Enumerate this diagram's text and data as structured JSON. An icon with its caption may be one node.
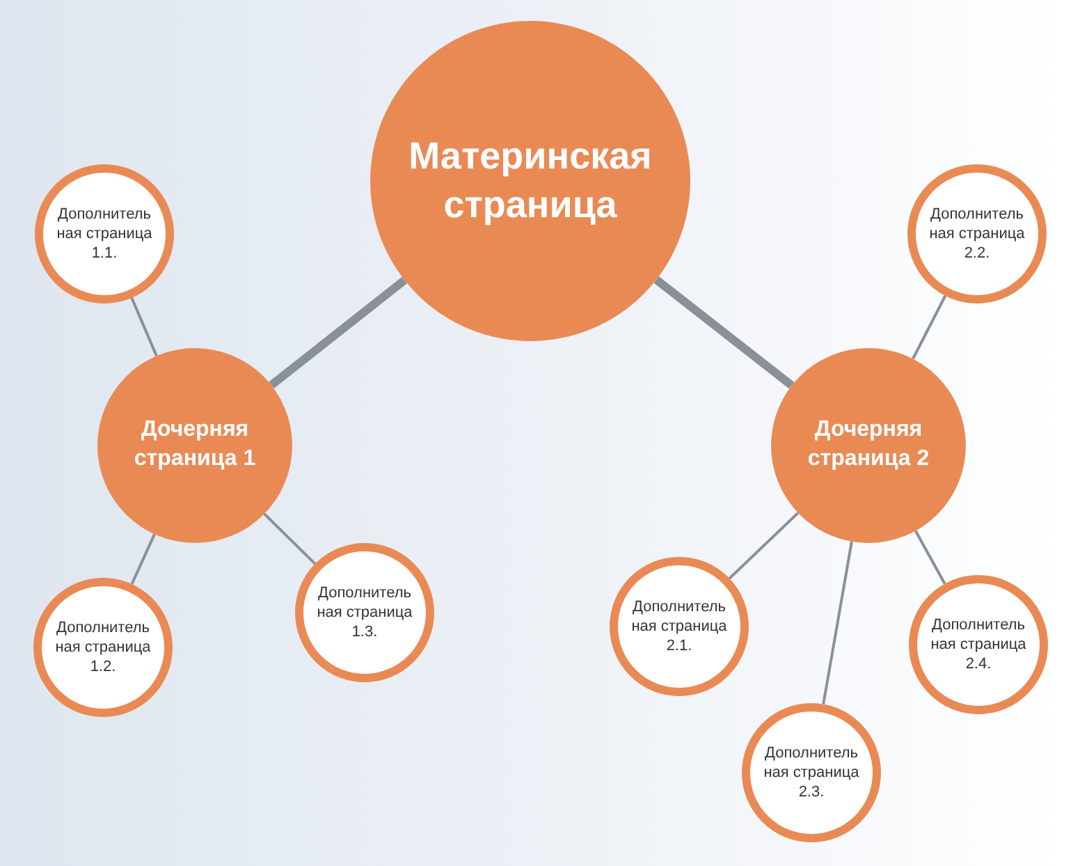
{
  "diagram": {
    "nodes": [
      {
        "text": [
          "Материнская страница"
        ]
      },
      {
        "text": [
          "Дочерняя страница 1"
        ]
      },
      {
        "text": [
          "Дочерняя страница 2"
        ]
      },
      {
        "text": [
          "Дополнительная страница 1.1."
        ]
      },
      {
        "text": [
          "Дополнительная страница 1.2."
        ]
      },
      {
        "text": [
          "Дополнительная страница 1.3."
        ]
      },
      {
        "text": [
          "Дополнительная страница 2.1."
        ]
      },
      {
        "text": [
          "Дополнительная страница 2.2."
        ]
      },
      {
        "text": [
          "Дополнительная страница 2.3."
        ]
      },
      {
        "text": [
          "Дополнительная страница 2.4."
        ]
      }
    ],
    "edges": [
      {
        "from": 0,
        "to": 1,
        "arrow": "none",
        "style": "thick"
      },
      {
        "from": 0,
        "to": 2,
        "arrow": "none",
        "style": "thick"
      },
      {
        "from": 1,
        "to": 3,
        "arrow": "none"
      },
      {
        "from": 1,
        "to": 4,
        "arrow": "none"
      },
      {
        "from": 1,
        "to": 5,
        "arrow": "none"
      },
      {
        "from": 2,
        "to": 6,
        "arrow": "none"
      },
      {
        "from": 2,
        "to": 7,
        "arrow": "none"
      },
      {
        "from": 2,
        "to": 8,
        "arrow": "none"
      },
      {
        "from": 2,
        "to": 9,
        "arrow": "none"
      }
    ]
  }
}
